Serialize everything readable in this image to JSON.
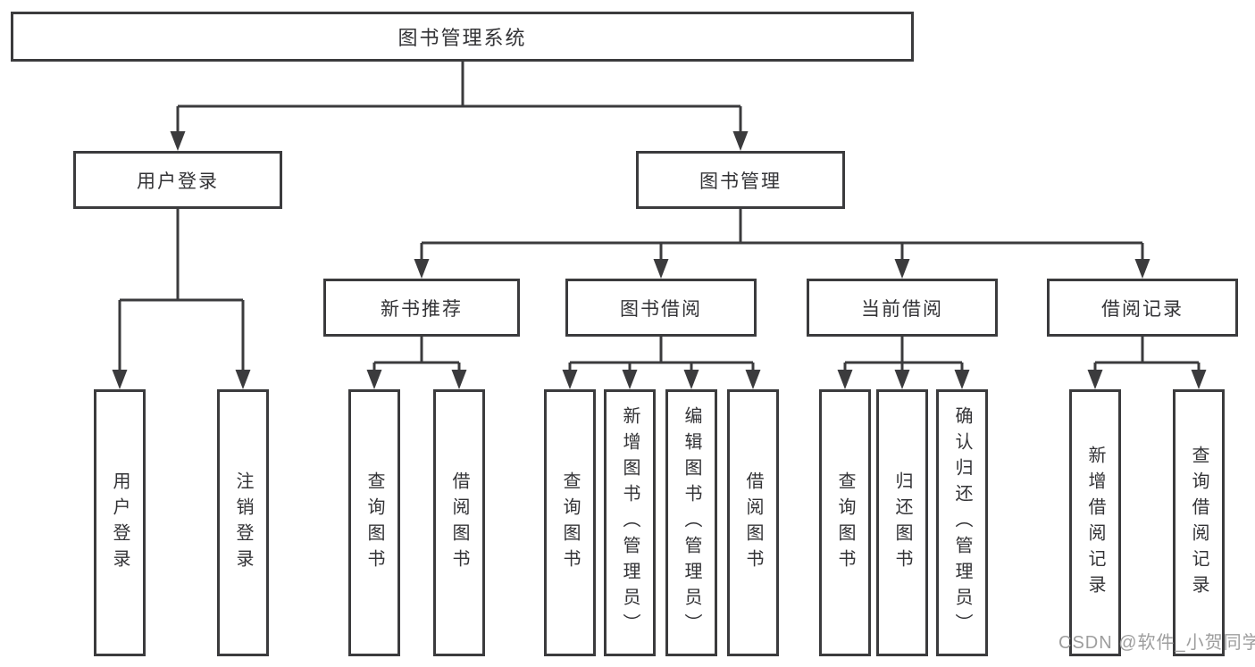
{
  "diagram": {
    "root": {
      "label": "图书管理系统"
    },
    "level2": [
      {
        "label": "用户登录"
      },
      {
        "label": "图书管理"
      }
    ],
    "level3": [
      {
        "label": "新书推荐"
      },
      {
        "label": "图书借阅"
      },
      {
        "label": "当前借阅"
      },
      {
        "label": "借阅记录"
      }
    ],
    "leaves": {
      "login": [
        "用户登录",
        "注销登录"
      ],
      "recommend": [
        "查询图书",
        "借阅图书"
      ],
      "borrow": [
        "查询图书",
        "新增图书（管理员）",
        "编辑图书（管理员）",
        "借阅图书"
      ],
      "current": [
        "查询图书",
        "归还图书",
        "确认归还（管理员）"
      ],
      "records": [
        "新增借阅记录",
        "查询借阅记录"
      ]
    }
  },
  "watermark": "CSDN @软件_小贺同学",
  "colors": {
    "line": "#3b3b3d",
    "text": "#333336",
    "watermark": "#9e9e9e",
    "background": "#ffffff"
  }
}
